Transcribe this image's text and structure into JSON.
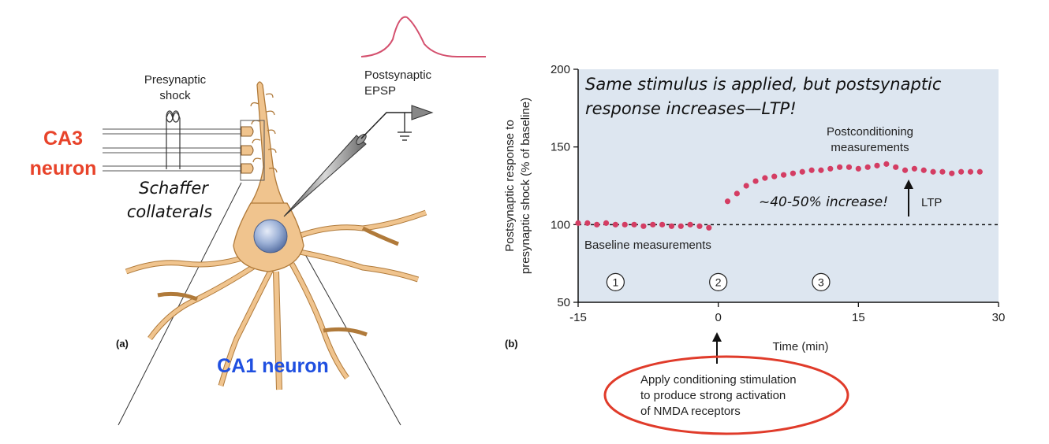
{
  "panel_a": {
    "label": "(a)",
    "ca3_label_line1": "CA3",
    "ca3_label_line2": "neuron",
    "ca1_label": "CA1 neuron",
    "presynaptic_line1": "Presynaptic",
    "presynaptic_line2": "shock",
    "postsynaptic_line1": "Postsynaptic",
    "postsynaptic_line2": "EPSP",
    "schaffer_line1": "Schaffer",
    "schaffer_line2": "collaterals",
    "colors": {
      "ca3": "#e8432a",
      "ca1": "#1f4fe0",
      "neuron": "#f0c48e",
      "neuron_outline": "#b07a3a",
      "epsp_trace": "#d4506e"
    }
  },
  "panel_b": {
    "label": "(b)",
    "banner_line1": "Same stimulus is applied, but postsynaptic",
    "banner_line2": "response increases—LTP!",
    "baseline_label": "Baseline measurements",
    "post_label_line1": "Postconditioning",
    "post_label_line2": "measurements",
    "increase_label": "~40-50% increase!",
    "ltp_label": "LTP",
    "markers": [
      "1",
      "2",
      "3"
    ],
    "callout_line1": "Apply conditioning stimulation",
    "callout_line2": "to produce strong activation",
    "callout_line3": "of NMDA receptors",
    "colors": {
      "plot_bg": "#dde6f0",
      "points": "#d43d63",
      "callout": "#e03b2a"
    }
  },
  "chart_data": {
    "type": "scatter",
    "xlabel": "Time (min)",
    "ylabel_line1": "Postsynaptic response to",
    "ylabel_line2": "presynaptic shock (% of baseline)",
    "xlim": [
      -15,
      30
    ],
    "ylim": [
      50,
      200
    ],
    "xticks": [
      -15,
      0,
      15,
      30
    ],
    "yticks": [
      50,
      100,
      150,
      200
    ],
    "reference_line_y": 100,
    "marker_positions_x": [
      -11,
      0,
      11
    ],
    "marker_y": 63,
    "x": [
      -15,
      -14,
      -13,
      -12,
      -11,
      -10,
      -9,
      -8,
      -7,
      -6,
      -5,
      -4,
      -3,
      -2,
      -1,
      1,
      2,
      3,
      4,
      5,
      6,
      7,
      8,
      9,
      10,
      11,
      12,
      13,
      14,
      15,
      16,
      17,
      18,
      19,
      20,
      21,
      22,
      23,
      24,
      25,
      26,
      27,
      28
    ],
    "y": [
      101,
      101,
      100,
      101,
      100,
      100,
      100,
      99,
      100,
      100,
      99,
      99,
      100,
      99,
      98,
      115,
      120,
      125,
      128,
      130,
      131,
      132,
      133,
      134,
      135,
      135,
      136,
      137,
      137,
      136,
      137,
      138,
      139,
      137,
      135,
      136,
      135,
      134,
      134,
      133,
      134,
      134,
      134
    ]
  }
}
